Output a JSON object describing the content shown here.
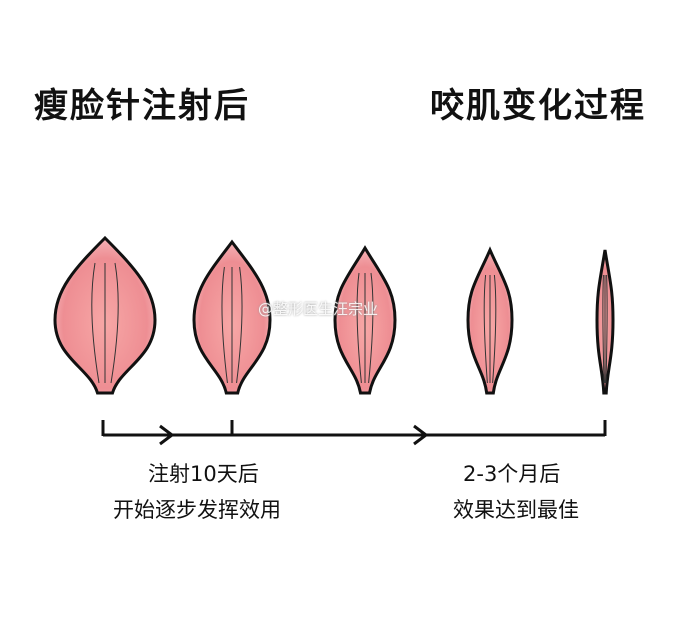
{
  "title_left": "瘦脸针注射后",
  "title_right": "咬肌变化过程",
  "caption_1_line1": "注射10天后",
  "caption_1_line2": "开始逐步发挥效用",
  "caption_2_line1": "2-3个月后",
  "caption_2_line2": "效果达到最佳",
  "watermark": "@整形医生汪宗业",
  "colors": {
    "muscle": "#f29a9c",
    "outline": "#111111"
  }
}
